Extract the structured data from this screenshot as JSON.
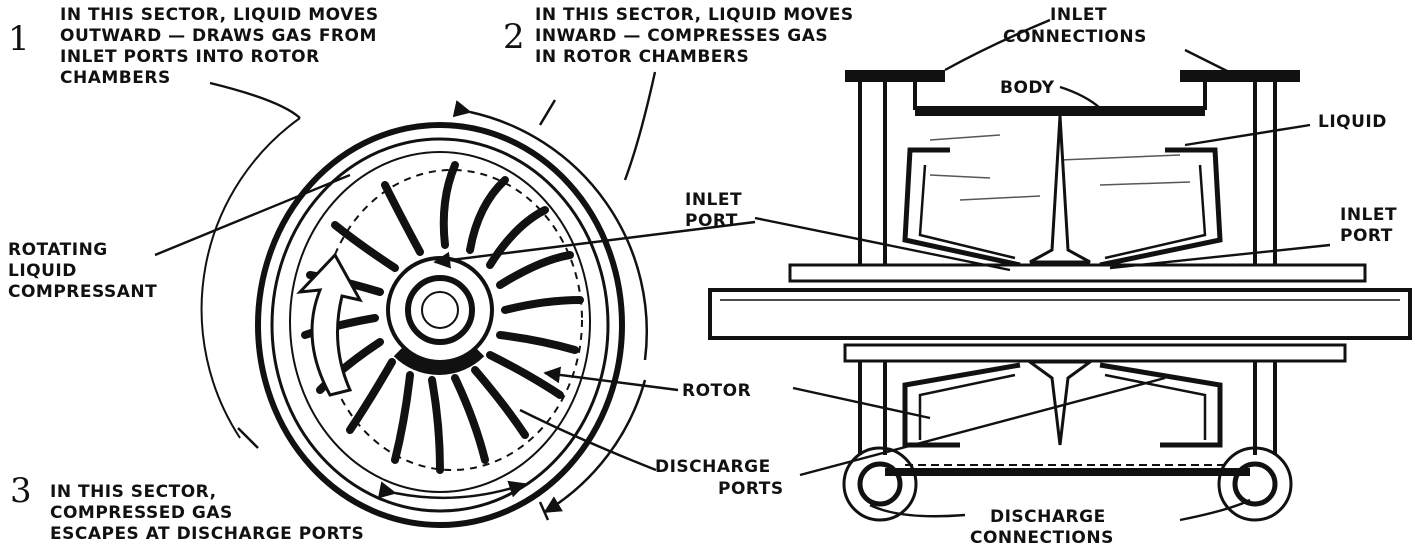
{
  "figure": {
    "sector_1": {
      "number": "1",
      "lines": [
        "IN THIS SECTOR, LIQUID MOVES",
        "OUTWARD — DRAWS GAS FROM",
        "INLET PORTS INTO ROTOR",
        "CHAMBERS"
      ]
    },
    "sector_2": {
      "number": "2",
      "lines": [
        "IN THIS SECTOR, LIQUID MOVES",
        "INWARD — COMPRESSES GAS",
        "IN ROTOR CHAMBERS"
      ]
    },
    "sector_3": {
      "number": "3",
      "lines": [
        "IN THIS SECTOR,",
        "COMPRESSED GAS",
        "ESCAPES AT DISCHARGE PORTS"
      ]
    },
    "rotating_liquid": [
      "ROTATING",
      "LIQUID",
      "COMPRESSANT"
    ],
    "inlet_port_center": [
      "INLET",
      "PORT"
    ],
    "rotor": "ROTOR",
    "discharge_ports": [
      "DISCHARGE",
      "PORTS"
    ],
    "inlet_connections": [
      "INLET",
      "CONNECTIONS"
    ],
    "body": "BODY",
    "liquid": "LIQUID",
    "inlet_port_right": [
      "INLET",
      "PORT"
    ],
    "discharge_connections": [
      "DISCHARGE",
      "CONNECTIONS"
    ]
  },
  "colors": {
    "ink": "#111111",
    "paper": "#ffffff"
  }
}
